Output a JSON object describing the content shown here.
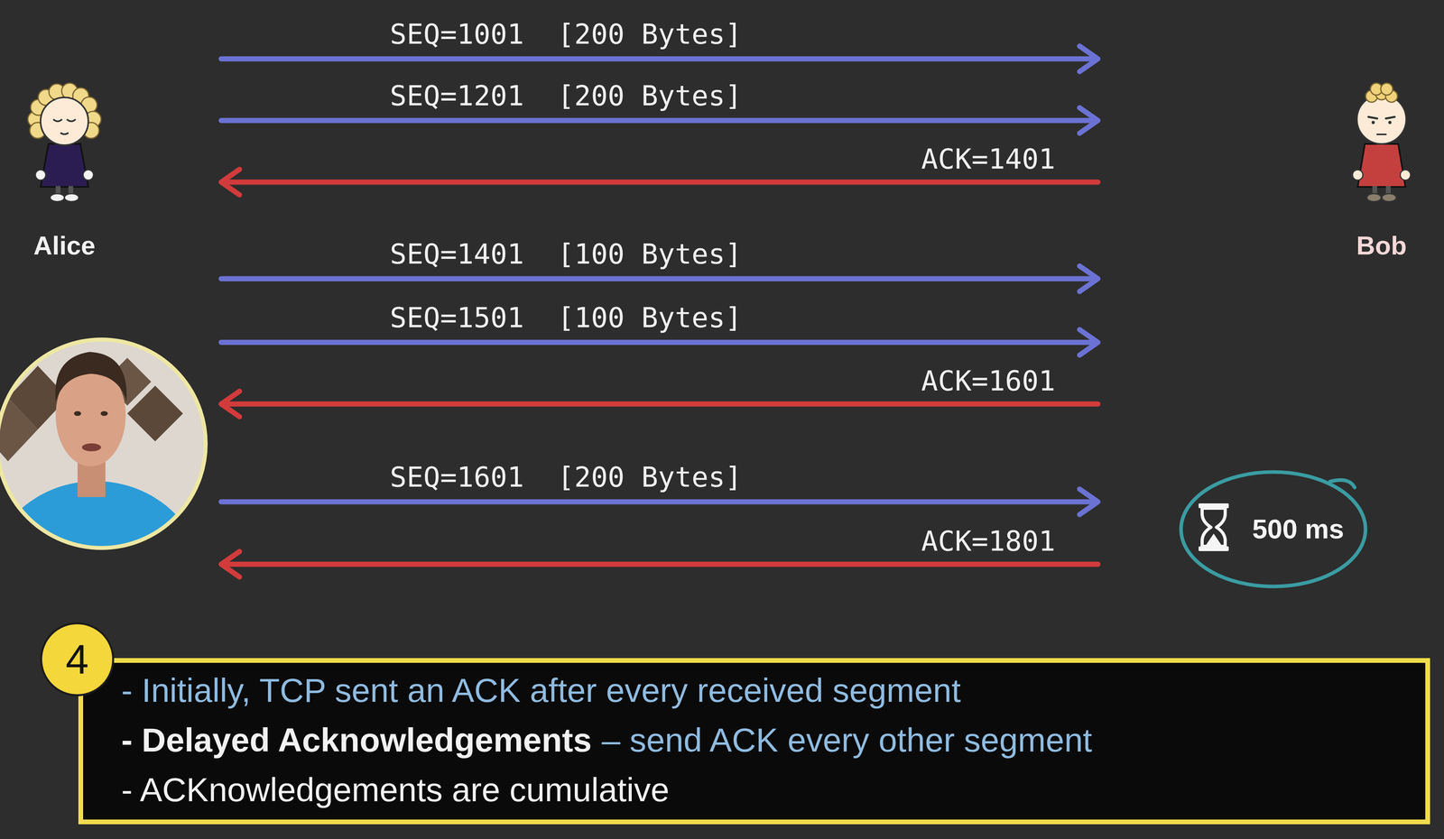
{
  "diagram": {
    "nodes": [
      {
        "text": [
          "Alice"
        ]
      },
      {
        "text": [
          "Bob"
        ]
      },
      {
        "text": [
          "500 ms"
        ]
      },
      {
        "text": [
          "4"
        ]
      },
      {
        "text": [
          "- Initially, TCP sent an ACK after every received segment",
          "- Delayed Acknowledgements",
          "– send ACK every other segment",
          "- ACKnowledgements are cumulative"
        ]
      }
    ],
    "edges": [
      {
        "from": 0,
        "to": 1,
        "arrow": "to",
        "label": "SEQ=1001  [200 Bytes]"
      },
      {
        "from": 0,
        "to": 1,
        "arrow": "to",
        "label": "SEQ=1201  [200 Bytes]"
      },
      {
        "from": 1,
        "to": 0,
        "arrow": "to",
        "label": "ACK=1401"
      },
      {
        "from": 0,
        "to": 1,
        "arrow": "to",
        "label": "SEQ=1401  [100 Bytes]"
      },
      {
        "from": 0,
        "to": 1,
        "arrow": "to",
        "label": "SEQ=1501  [100 Bytes]"
      },
      {
        "from": 1,
        "to": 0,
        "arrow": "to",
        "label": "ACK=1601"
      },
      {
        "from": 0,
        "to": 1,
        "arrow": "to",
        "label": "SEQ=1601  [200 Bytes]"
      },
      {
        "from": 1,
        "to": 0,
        "arrow": "to",
        "label": "ACK=1801"
      }
    ]
  }
}
